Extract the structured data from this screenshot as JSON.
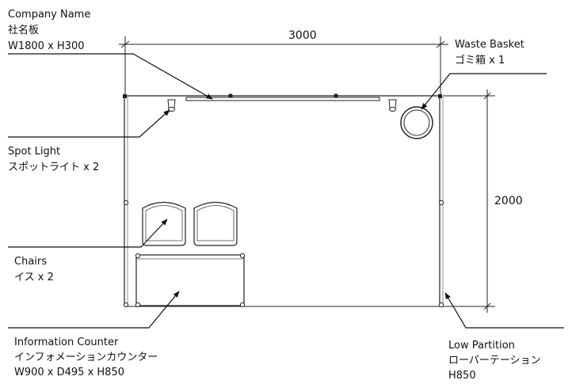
{
  "labels": {
    "company_name": {
      "line1": "Company Name",
      "line2": "社名板",
      "line3": "W1800 x H300"
    },
    "waste_basket": {
      "line1": "Waste Basket",
      "line2": "ゴミ箱 x 1"
    },
    "spot_light": {
      "line1": "Spot Light",
      "line2": "スポットライト x 2"
    },
    "chairs": {
      "line1": "Chairs",
      "line2": "イス x 2"
    },
    "info_counter": {
      "line1": "Information Counter",
      "line2": "インフォメーションカウンター",
      "line3": "W900 x D495 x H850"
    },
    "low_partition": {
      "line1": "Low Partition",
      "line2": "ローパーテーション",
      "line3": "H850"
    }
  },
  "dimensions": {
    "width": "3000",
    "depth": "2000"
  },
  "colors": {
    "line": "#222222",
    "text": "#111111",
    "background": "#ffffff"
  }
}
